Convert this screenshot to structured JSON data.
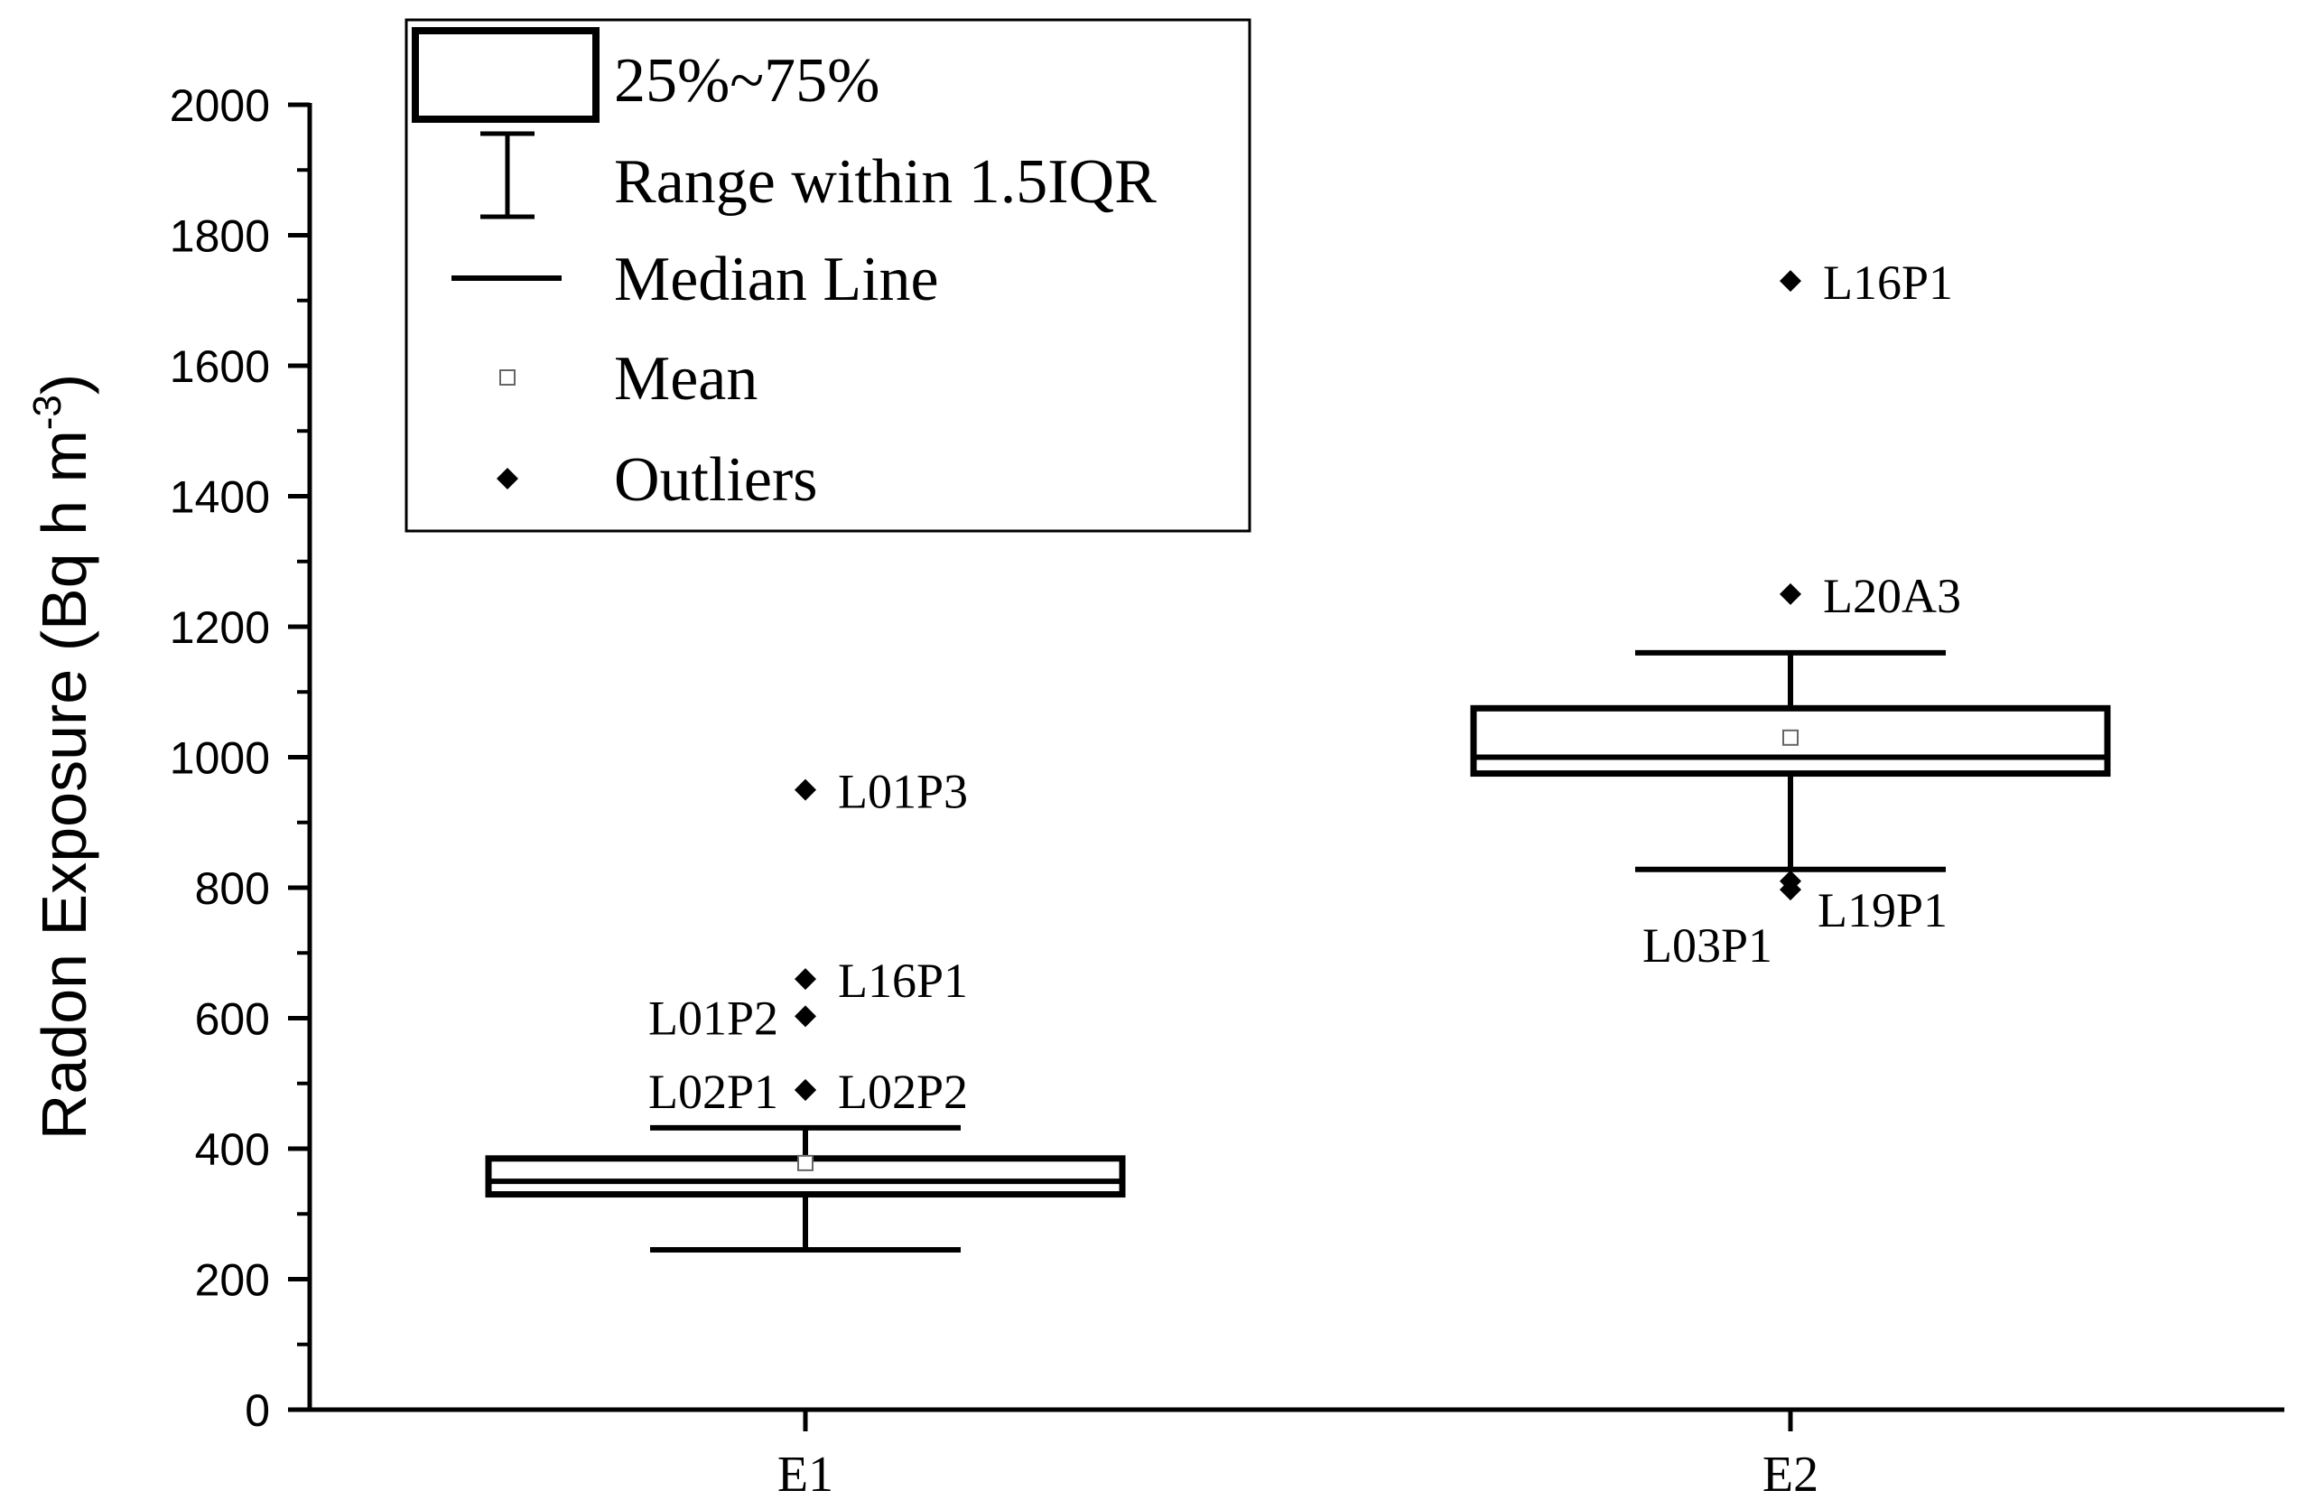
{
  "chart_data": {
    "type": "box",
    "ylabel_main": "Radon Exposure (Bq h m",
    "ylabel_sup": "-3",
    "ylabel_close": ")",
    "ylim": [
      0,
      2000
    ],
    "y_major_ticks": [
      0,
      200,
      400,
      600,
      800,
      1000,
      1200,
      1400,
      1600,
      1800,
      2000
    ],
    "y_minor_step": 100,
    "categories": [
      "E1",
      "E2"
    ],
    "boxes": [
      {
        "category": "E1",
        "q1": 330,
        "median": 350,
        "q3": 385,
        "mean": 378,
        "whisker_low": 245,
        "whisker_high": 432,
        "outliers": [
          {
            "label": "L01P3",
            "value": 950,
            "label_side": "right"
          },
          {
            "label": "L16P1",
            "value": 660,
            "label_side": "right"
          },
          {
            "label": "L01P2",
            "value": 603,
            "label_side": "left"
          },
          {
            "label": "L02P2",
            "value": 490,
            "label_side": "right"
          },
          {
            "label": "L02P1",
            "value": 490,
            "label_side": "left"
          }
        ]
      },
      {
        "category": "E2",
        "q1": 975,
        "median": 1000,
        "q3": 1075,
        "mean": 1030,
        "whisker_low": 828,
        "whisker_high": 1160,
        "outliers": [
          {
            "label": "L16P1",
            "value": 1730,
            "label_side": "right"
          },
          {
            "label": "L20A3",
            "value": 1250,
            "label_side": "right"
          },
          {
            "label": "L19P1",
            "value": 810,
            "label_side": "right-below"
          },
          {
            "label": "L03P1",
            "value": 797,
            "label_side": "left-below"
          }
        ]
      }
    ],
    "legend": {
      "placement": "top-left",
      "items": [
        {
          "symbol": "box",
          "label": "25%~75%"
        },
        {
          "symbol": "whisker",
          "label": "Range within 1.5IQR"
        },
        {
          "symbol": "median",
          "label": "Median Line"
        },
        {
          "symbol": "mean",
          "label": "Mean"
        },
        {
          "symbol": "outlier",
          "label": "Outliers"
        }
      ]
    }
  }
}
